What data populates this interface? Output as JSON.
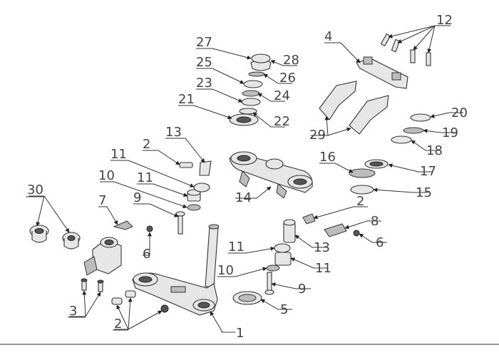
{
  "labels": {
    "l1": "1",
    "l2a": "2",
    "l2b": "2",
    "l2c": "2",
    "l3": "3",
    "l4": "4",
    "l5": "5",
    "l6a": "6",
    "l6b": "6",
    "l7": "7",
    "l8": "8",
    "l9a": "9",
    "l9b": "9",
    "l10a": "10",
    "l10b": "10",
    "l11a": "11",
    "l11b": "11",
    "l11c": "11",
    "l11d": "11",
    "l12": "12",
    "l13a": "13",
    "l13b": "13",
    "l14": "14",
    "l15": "15",
    "l16": "16",
    "l17": "17",
    "l18": "18",
    "l19": "19",
    "l20": "20",
    "l21": "21",
    "l22": "22",
    "l23": "23",
    "l24": "24",
    "l25": "25",
    "l26": "26",
    "l27": "27",
    "l28": "28",
    "l29": "29",
    "l30": "30"
  }
}
